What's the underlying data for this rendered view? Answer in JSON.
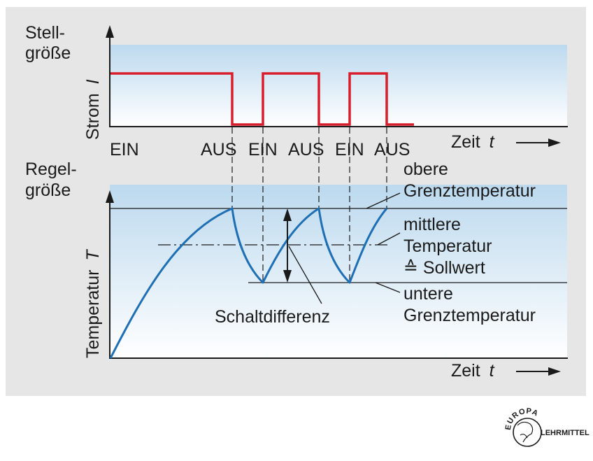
{
  "top_panel": {
    "quantity_line1": "Stell-",
    "quantity_line2": "größe",
    "axis_label": "Strom",
    "axis_symbol": "I",
    "time_label": "Zeit",
    "time_symbol": "t",
    "states": [
      "EIN",
      "AUS",
      "EIN",
      "AUS",
      "EIN",
      "AUS"
    ]
  },
  "bottom_panel": {
    "quantity_line1": "Regel-",
    "quantity_line2": "größe",
    "axis_label": "Temperatur",
    "axis_symbol": "T",
    "time_label": "Zeit",
    "time_symbol": "t",
    "upper_limit": [
      "obere",
      "Grenztemperatur"
    ],
    "middle": [
      "mittlere",
      "Temperatur",
      "≙ Sollwert"
    ],
    "lower_limit": [
      "untere",
      "Grenztemperatur"
    ],
    "hysteresis": "Schaltdifferenz"
  },
  "logo": {
    "top_text": "EUROPA",
    "side_text": "LEHRMITTEL"
  },
  "colors": {
    "background": "#e6e6e6",
    "plot_top": "#bcd9ee",
    "plot_bottom": "#ffffff",
    "signal": "#d81e2c",
    "curve": "#1e6fb4",
    "lines": "#1a1a1a"
  }
}
